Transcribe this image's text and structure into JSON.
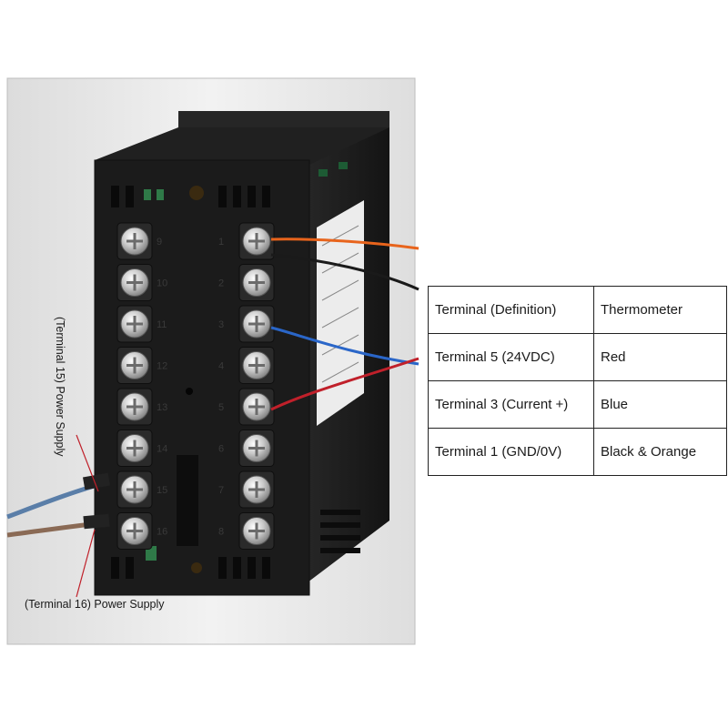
{
  "callouts": {
    "terminal_15": "(Terminal 15) Power Supply",
    "terminal_16": "(Terminal 16) Power Supply"
  },
  "terminal_labels": {
    "left": [
      "9",
      "10",
      "11",
      "12",
      "13",
      "14",
      "15",
      "16"
    ],
    "right": [
      "1",
      "2",
      "3",
      "4",
      "5",
      "6",
      "7",
      "8"
    ]
  },
  "table": {
    "rows": [
      {
        "terminal": "Terminal (Definition)",
        "wire": "Thermometer"
      },
      {
        "terminal": "Terminal 5 (24VDC)",
        "wire": "Red"
      },
      {
        "terminal": "Terminal 3 (Current +)",
        "wire": "Blue"
      },
      {
        "terminal": "Terminal 1 (GND/0V)",
        "wire": "Black & Orange"
      }
    ]
  },
  "colors": {
    "wire_red": "#c0202a",
    "wire_blue": "#2a66c8",
    "wire_black": "#1a1a1a",
    "wire_orange": "#e8641c",
    "housing": "#1c1c1c"
  }
}
